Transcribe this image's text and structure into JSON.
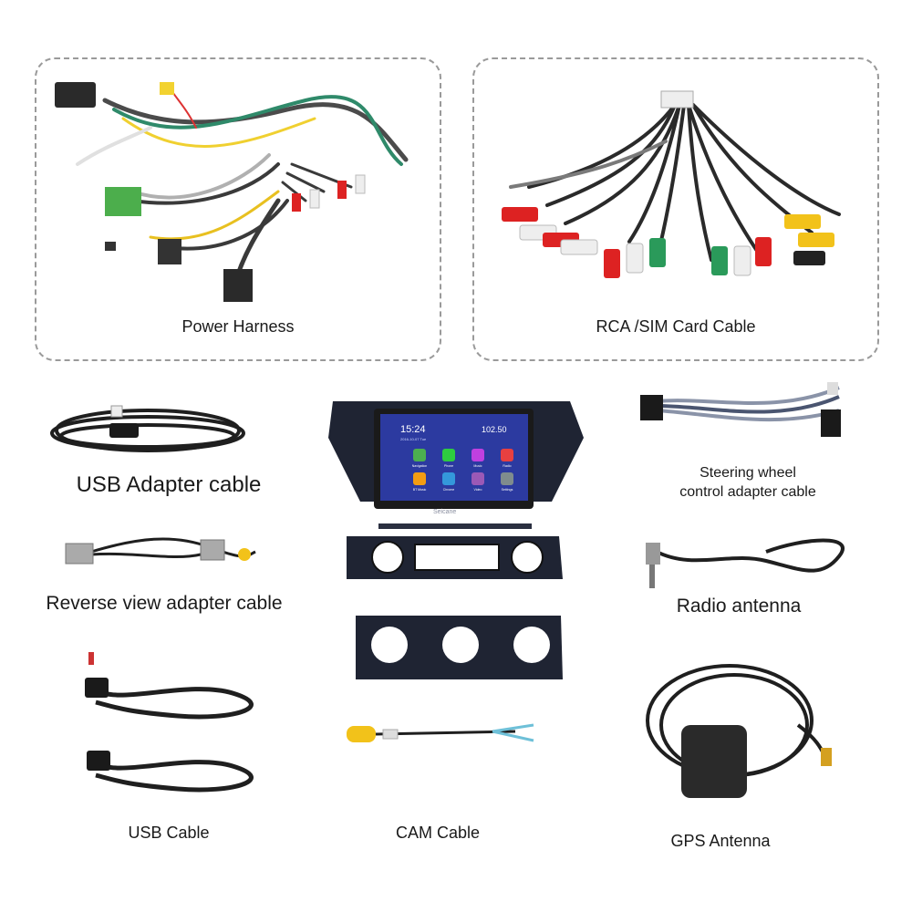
{
  "labels": {
    "power_harness": "Power Harness",
    "rca_sim": "RCA /SIM Card Cable",
    "usb_adapter": "USB Adapter cable",
    "steering_line1": "Steering wheel",
    "steering_line2": "control adapter cable",
    "reverse_view": "Reverse view adapter cable",
    "radio_antenna": "Radio antenna",
    "usb_cable": "USB Cable",
    "cam_cable": "CAM Cable",
    "gps_antenna": "GPS Antenna"
  },
  "head_unit": {
    "time": "15:24",
    "freq": "102.50",
    "date": "2016-10-07  Tue",
    "brand": "Seicane",
    "apps": [
      "Navigation",
      "Phone",
      "Music",
      "Radio",
      "BT Music",
      "Chrome",
      "Video",
      "Settings"
    ],
    "app_colors": [
      "#4caf50",
      "#2ecc40",
      "#c040e0",
      "#e84040",
      "#f39c12",
      "#3498db",
      "#9b59b6",
      "#7f8c8d"
    ]
  }
}
